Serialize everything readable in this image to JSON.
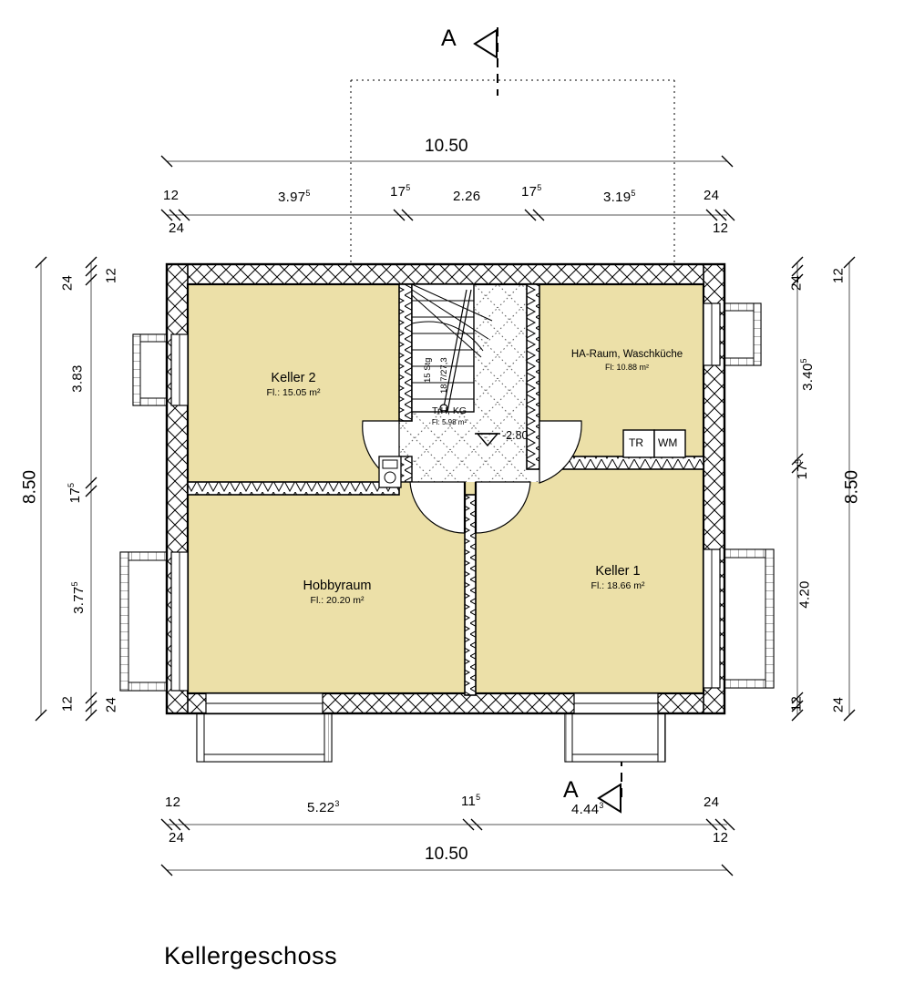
{
  "drawing": {
    "title": "Kellergeschoss",
    "section_marker_label": "A",
    "level_marker": "-2.80"
  },
  "rooms": [
    {
      "id": "keller2",
      "name": "Keller 2",
      "area_label": "Fl.:  15.05 m²"
    },
    {
      "id": "ha_raum",
      "name": "HA-Raum, Waschküche",
      "area_label": "Fl: 10.88 m²"
    },
    {
      "id": "trh_kg",
      "name": "TrH, KG",
      "area_label": "Fl: 5.98 m²"
    },
    {
      "id": "hobbyraum",
      "name": "Hobbyraum",
      "area_label": "Fl.:  20.20 m²"
    },
    {
      "id": "keller1",
      "name": "Keller 1",
      "area_label": "Fl.:  18.66 m²"
    }
  ],
  "stairs": {
    "count_label": "15 Stg",
    "riser_tread_label": "18,7/27,3"
  },
  "appliances": [
    {
      "id": "tr",
      "label": "TR"
    },
    {
      "id": "wm",
      "label": "WM"
    }
  ],
  "dimensions": {
    "top_overall": "10.50",
    "top_chain_above": [
      "12",
      "3.97",
      "17",
      "2.26",
      "17",
      "3.19",
      "24"
    ],
    "top_chain_above_sup": [
      "",
      "5",
      "5",
      "",
      "5",
      "5",
      ""
    ],
    "top_chain_below": [
      "24",
      "12"
    ],
    "bottom_overall": "10.50",
    "bottom_chain_above": [
      "12",
      "5.22",
      "11",
      "4.44",
      "24"
    ],
    "bottom_chain_above_sup": [
      "",
      "3",
      "5",
      "3",
      ""
    ],
    "bottom_chain_below": [
      "24",
      "12"
    ],
    "left_overall": "8.50",
    "left_chain": [
      "24",
      "12",
      "3.83",
      "17",
      "3.77",
      "12",
      "24"
    ],
    "left_chain_sup": [
      "",
      "",
      "",
      "5",
      "5",
      "",
      ""
    ],
    "right_overall": "8.50",
    "right_chain": [
      "24",
      "12",
      "3.40",
      "17",
      "4.20",
      "12",
      "24"
    ],
    "right_chain_sup": [
      "",
      "",
      "5",
      "5",
      "",
      "",
      ""
    ]
  },
  "colors": {
    "room_fill": "#ece0a8",
    "line": "#000000",
    "dim_line": "#555555"
  }
}
